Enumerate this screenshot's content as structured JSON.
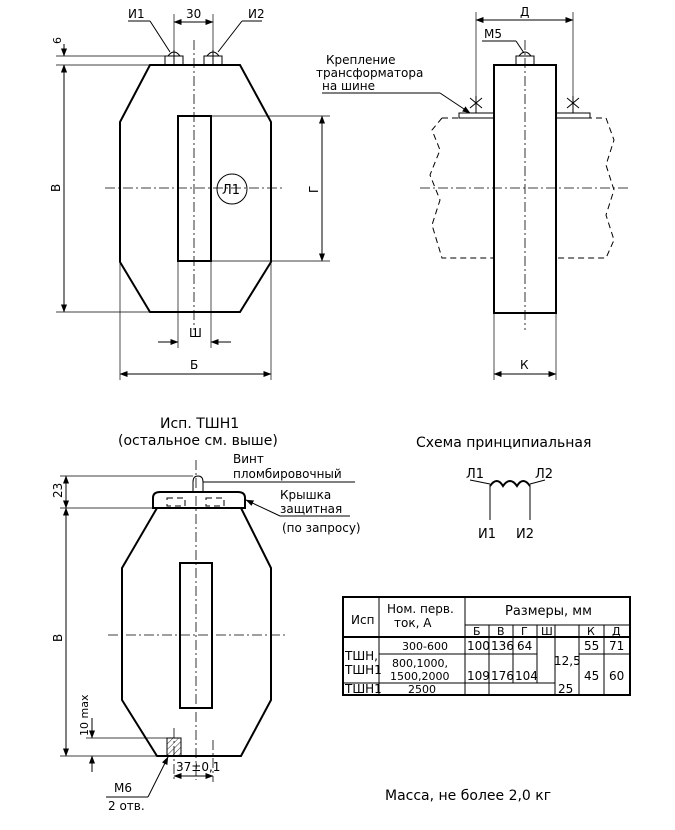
{
  "front_view": {
    "terminal_i1": "И1",
    "terminal_i2": "И2",
    "dim_30": "30",
    "dim_6": "6",
    "dim_v": "В",
    "dim_g": "Г",
    "dim_sh": "Ш",
    "dim_b": "Б",
    "winding_l1": "Л1"
  },
  "side_view": {
    "dim_d": "Д",
    "dim_m5": "М5",
    "mount_note": [
      "Крепление",
      "трансформатора",
      "на шине"
    ],
    "dim_k": "К"
  },
  "variant_view": {
    "title": "Исп. ТШН1",
    "subtitle": "(остальное см. выше)",
    "screw_label": [
      "Винт",
      "пломбировочный"
    ],
    "cover_label": [
      "Крышка",
      "защитная"
    ],
    "cover_note": "(по запросу)",
    "dim_23": "23",
    "dim_v": "В",
    "dim_10max": "10 max",
    "thread_label": "М6",
    "holes_label": "2 отв.",
    "dim_37": "37±0,1"
  },
  "schematic": {
    "title": "Схема принципиальная",
    "l1": "Л1",
    "l2": "Л2",
    "i1": "И1",
    "i2": "И2"
  },
  "table": {
    "hdr_isp": "Исп",
    "hdr_current": [
      "Ном. перв.",
      "ток, А"
    ],
    "hdr_dims": "Размеры, мм",
    "cols": [
      "Б",
      "В",
      "Г",
      "Ш",
      "К",
      "Д"
    ],
    "isp_group": [
      "ТШН,",
      "ТШН1"
    ],
    "isp_last": "ТШН1",
    "r1_current": "300-600",
    "r2_current": [
      "800,1000,",
      "1500,2000"
    ],
    "r3_current": "2500",
    "b1": "100",
    "v1": "136",
    "g1": "64",
    "b2": "109",
    "v2": "176",
    "g2": "104",
    "sh12": "12,5",
    "sh3": "25",
    "k1": "55",
    "d1": "71",
    "k23": "45",
    "d23": "60"
  },
  "mass_note": "Масса, не более 2,0 кг"
}
